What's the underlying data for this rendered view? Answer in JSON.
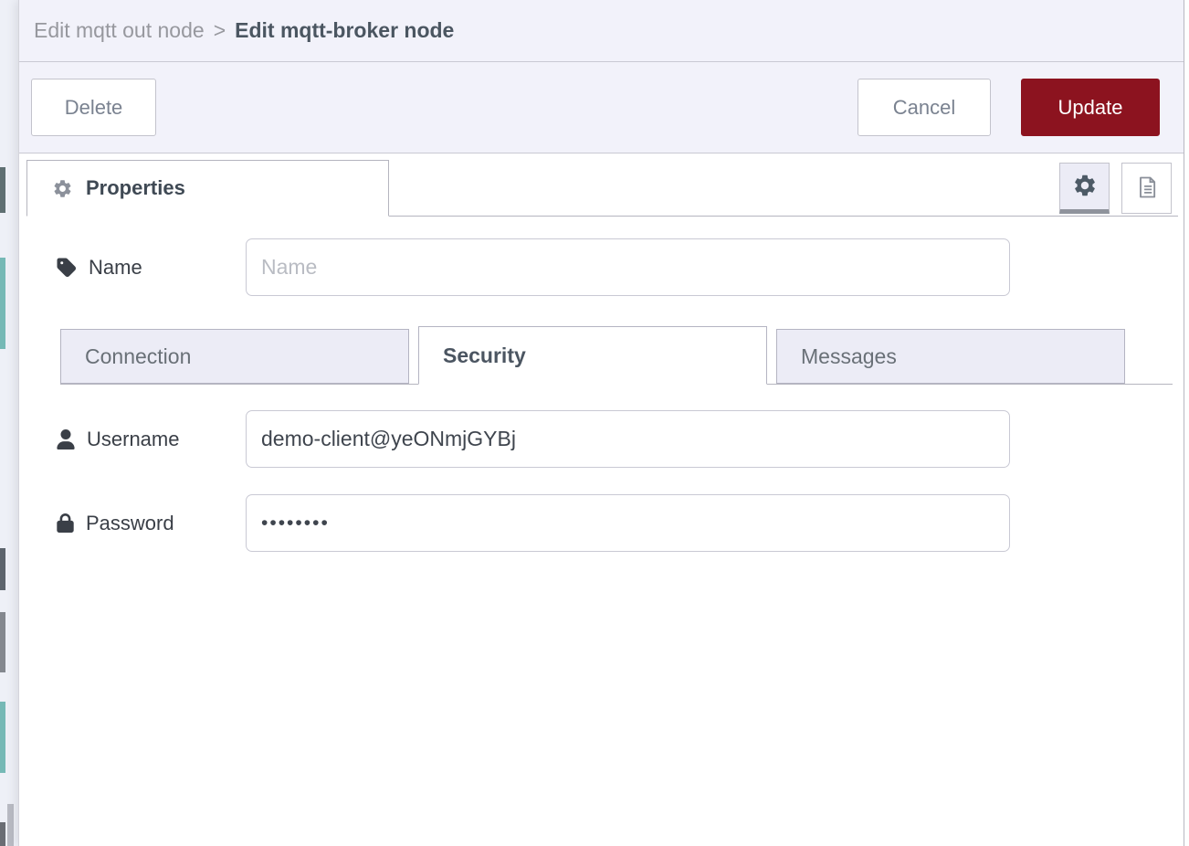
{
  "breadcrumb": {
    "parent": "Edit mqtt out node",
    "separator": ">",
    "current": "Edit mqtt-broker node"
  },
  "toolbar": {
    "delete_label": "Delete",
    "cancel_label": "Cancel",
    "update_label": "Update"
  },
  "properties_tab": {
    "label": "Properties"
  },
  "form": {
    "name": {
      "label": "Name",
      "placeholder": "Name",
      "value": ""
    },
    "tabs": [
      {
        "label": "Connection",
        "active": false
      },
      {
        "label": "Security",
        "active": true
      },
      {
        "label": "Messages",
        "active": false
      }
    ],
    "username": {
      "label": "Username",
      "value": "demo-client@yeONmjGYBj"
    },
    "password": {
      "label": "Password",
      "value": "••••••••"
    }
  },
  "colors": {
    "accent_red": "#8c131f",
    "panel_bg": "#f2f2fa",
    "inactive_tab_bg": "#ececf6",
    "border": "#b5b5bf"
  }
}
